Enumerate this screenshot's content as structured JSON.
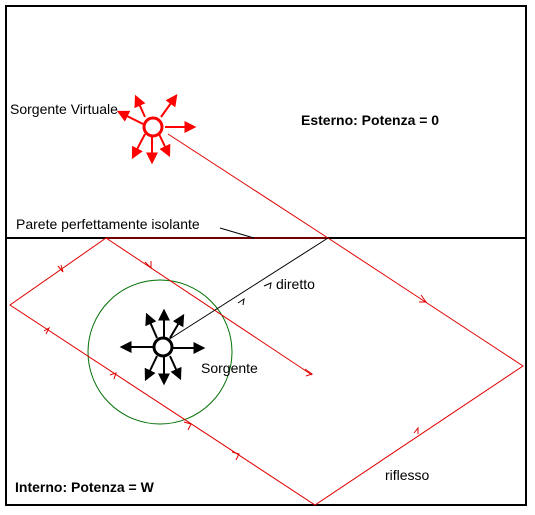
{
  "labels": {
    "virtual_source": "Sorgente Virtuale",
    "outside": "Esterno: Potenza = 0",
    "wall": "Parete perfettamente isolante",
    "direct": "diretto",
    "source": "Sorgente",
    "inside": "Interno: Potenza = W",
    "reflected": "riflesso"
  },
  "colors": {
    "virtual_source": "#ff0000",
    "rays": "#e00000",
    "source": "#000000",
    "circle": "#007000",
    "frame": "#000000"
  },
  "icons": {
    "source": "point-source-with-radiation-arrows",
    "virtual_source": "mirror-image-source-with-radiation-arrows"
  }
}
